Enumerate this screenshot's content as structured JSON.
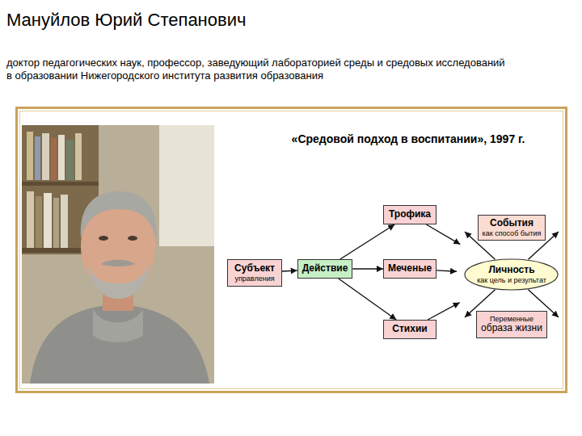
{
  "diagram": {
    "title": "«Средовой подход в воспитании», 1997 г.",
    "nodes": [
      {
        "text": [
          "Субъект",
          "управления"
        ]
      },
      {
        "text": [
          "Действие"
        ]
      },
      {
        "text": [
          "Трофика"
        ]
      },
      {
        "text": [
          "Меченые"
        ]
      },
      {
        "text": [
          "Стихии"
        ]
      },
      {
        "text": []
      },
      {
        "text": [
          "События",
          "как способ бытия"
        ],
        "in": 5
      },
      {
        "text": [
          "Личность",
          "как цель и результат"
        ],
        "in": 5
      },
      {
        "text": [
          "Переменные",
          "образа жизни"
        ],
        "in": 5
      }
    ],
    "edges": [
      {
        "from": 0,
        "to": 1,
        "arrow": "to"
      },
      {
        "from": 1,
        "to": 2,
        "arrow": "to"
      },
      {
        "from": 1,
        "to": 3,
        "arrow": "to"
      },
      {
        "from": 1,
        "to": 4,
        "arrow": "to"
      },
      {
        "from": 2,
        "to": 5,
        "arrow": "to"
      },
      {
        "from": 3,
        "to": 5,
        "arrow": "to"
      },
      {
        "from": 4,
        "to": 5,
        "arrow": "to"
      },
      {
        "from": 7,
        "to": 5,
        "arrow": "to"
      },
      {
        "from": 7,
        "to": 5,
        "arrow": "to"
      },
      {
        "from": 7,
        "to": 5,
        "arrow": "to"
      },
      {
        "from": 7,
        "to": 5,
        "arrow": "to"
      }
    ],
    "labels": [
      "Мануйлов Юрий Степанович",
      "доктор педагогических наук, профессор, заведующий лабораторией среды и средовых исследований в образовании Нижегородского института развития образования"
    ]
  }
}
